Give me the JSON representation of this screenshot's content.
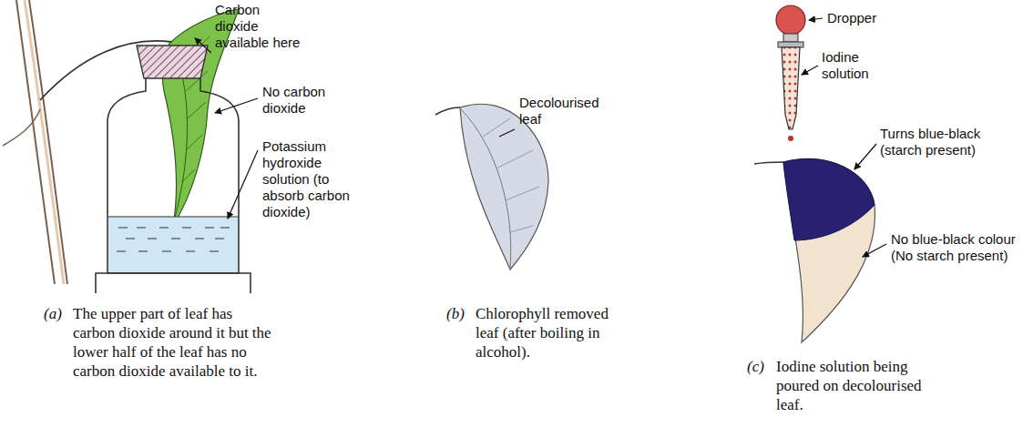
{
  "diagram": {
    "labels": [
      "Carbon dioxide available here",
      "No carbon dioxide",
      "Potassium hydroxide solution (to absorb carbon dioxide)",
      "(a)",
      "The upper part of leaf has carbon dioxide around it but the lower half of the leaf has no carbon dioxide available to it.",
      "Decolourised leaf",
      "(b)",
      "Chlorophyll removed leaf (after boiling in alcohol).",
      "Dropper",
      "Iodine solution",
      "Turns blue-black (starch present)",
      "No blue-black colour (No starch present)",
      "(c)",
      "Iodine solution being poured on decolourised leaf."
    ]
  }
}
